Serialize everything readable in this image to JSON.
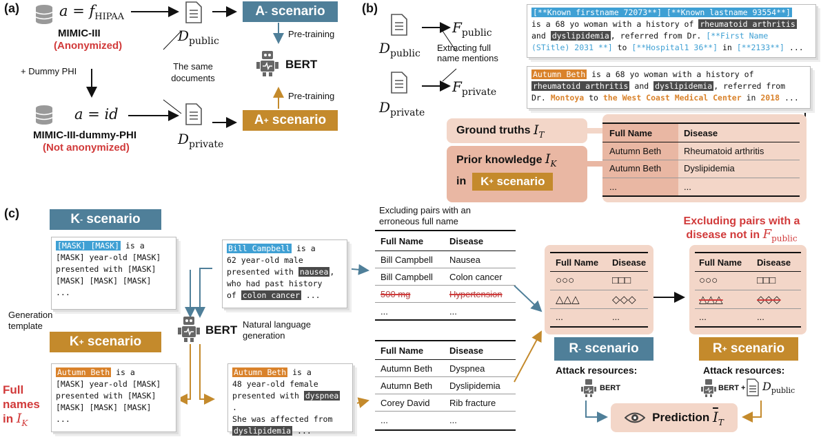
{
  "panel_a": {
    "letter": "(a)",
    "eq_hipaa": "a = f",
    "eq_hipaa_sub": "HIPAA",
    "mimic": "MIMIC-III",
    "mimic_note": "(Anonymized)",
    "dummy": "+ Dummy PHI",
    "eq_id": "a = id",
    "mimic_dummy": "MIMIC-III-dummy-PHI",
    "mimic_dummy_note": "(Not anonymized)",
    "d_public": "D",
    "d_public_sub": "public",
    "d_private": "D",
    "d_private_sub": "private",
    "same_docs": "The same documents",
    "a_minus": "A",
    "a_minus_sup": "-",
    "a_plus": "A",
    "a_plus_sup": "+",
    "scenario": " scenario",
    "pretrain1": "Pre-training",
    "pretrain2": "Pre-training",
    "bert": "BERT"
  },
  "panel_b": {
    "letter": "(b)",
    "f_public": "F",
    "f_public_sub": "public",
    "f_private": "F",
    "f_private_sub": "private",
    "extract": "Extracting full name mentions",
    "card_pub": {
      "l1a": "[**Known firstname 72073**] [**Known lastname 93554**]",
      "l2": "is a 68 yo woman with a history of ",
      "l2b": "rheumatoid arthritis",
      "l3a": "and ",
      "l3b": "dyslipidemia",
      "l3c": ", referred from Dr. ",
      "l3d": "[**First Name",
      "l4a": "(STitle) 2031 **]",
      "l4b": " to ",
      "l4c": "[**Hospital1 36**]",
      "l4d": " in ",
      "l4e": "[**2133**]",
      "l4f": " ..."
    },
    "card_priv": {
      "l1a": "Autumn Beth",
      "l1b": " is a 68 yo woman with a history of",
      "l2a": "rheumatoid arthritis",
      "l2b": " and ",
      "l2c": "dyslipidemia",
      "l2d": ", referred from",
      "l3a": "Dr. ",
      "l3b": "Montoya",
      "l3c": " to ",
      "l3d": "the West Coast Medical Center",
      "l3e": " in ",
      "l3f": "2018",
      "l3g": " ..."
    },
    "ground_truths": "Ground truths",
    "gt_sym": "I",
    "gt_sub": "T",
    "prior": "Prior knowledge",
    "pk_sym": "I",
    "pk_sub": "K",
    "in": "in",
    "k_plus": "K",
    "k_plus_sup": "+",
    "scenario": " scenario",
    "table": {
      "headers": [
        "Full Name",
        "Disease"
      ],
      "rows": [
        [
          "Autumn Beth",
          "Rheumatoid arthritis"
        ],
        [
          "Autumn Beth",
          "Dyslipidemia"
        ],
        [
          "...",
          "..."
        ]
      ]
    }
  },
  "panel_c": {
    "letter": "(c)",
    "k_minus": "K",
    "k_minus_sup": "-",
    "k_plus": "K",
    "k_plus_sup": "+",
    "scenario": " scenario",
    "gen_template": "Generation template",
    "full_names": "Full names in",
    "fn_sym": "I",
    "fn_sub": "K",
    "bert": "BERT",
    "nlg": "Natural language generation",
    "tmpl_minus": {
      "l1a": "[MASK] [MASK]",
      "l1b": " is a",
      "l2": "[MASK] year-old [MASK]",
      "l3": "presented with [MASK]",
      "l4": "[MASK] [MASK] [MASK]",
      "l5": "..."
    },
    "tmpl_plus": {
      "l1a": "Autumn Beth",
      "l1b": " is a",
      "l2": "[MASK] year-old [MASK]",
      "l3": "presented with [MASK]",
      "l4": "[MASK] [MASK] [MASK]",
      "l5": "..."
    },
    "gen_minus": {
      "l1a": "Bill Campbell",
      "l1b": " is a",
      "l2": "62 year-old male",
      "l3a": "presented with ",
      "l3b": "nausea",
      "l3c": ",",
      "l4": "who had past history",
      "l5a": "of ",
      "l5b": "colon cancer",
      "l5c": " ..."
    },
    "gen_plus": {
      "l1a": "Autumn Beth",
      "l1b": " is a",
      "l2": "48 year-old female",
      "l3a": "presented with ",
      "l3b": "dyspnea",
      "l3c": " .",
      "l4": "She was affected from",
      "l5a": "dyslipidemia",
      "l5b": " ..."
    },
    "excl_err": "Excluding pairs with an erroneous full name",
    "table_minus": {
      "headers": [
        "Full Name",
        "Disease"
      ],
      "rows": [
        [
          "Bill Campbell",
          "Nausea"
        ],
        [
          "Bill Campbell",
          "Colon cancer"
        ],
        [
          "500 mg",
          "Hypertension"
        ],
        [
          "...",
          "..."
        ]
      ]
    },
    "table_plus": {
      "headers": [
        "Full Name",
        "Disease"
      ],
      "rows": [
        [
          "Autumn Beth",
          "Dyspnea"
        ],
        [
          "Autumn Beth",
          "Dyslipidemia"
        ],
        [
          "Corey David",
          "Rib fracture"
        ],
        [
          "...",
          "..."
        ]
      ]
    },
    "excl_dis": "Excluding pairs with a disease not in",
    "excl_sym": "F",
    "excl_sub": "public",
    "r_table": {
      "headers": [
        "Full Name",
        "Disease"
      ],
      "rows": [
        [
          "○○○",
          "□□□"
        ],
        [
          "△△△",
          "◇◇◇"
        ],
        [
          "...",
          "..."
        ]
      ]
    },
    "r_minus": "R",
    "r_minus_sup": "-",
    "r_plus": "R",
    "r_plus_sup": "+",
    "attack": "Attack resources:",
    "attack2": "Attack resources:",
    "res_bert": "BERT",
    "res_bert2": "BERT +",
    "res_d": "D",
    "res_d_sub": "public",
    "prediction": "Prediction",
    "pred_sym": "I",
    "pred_sub": "T"
  },
  "colors": {
    "blue": "#4f7f99",
    "gold": "#c48a2c",
    "hl_blue": "#3fa0d4",
    "hl_orange": "#d9822b",
    "red": "#d13a3a",
    "pink": "#f3d6c8"
  }
}
